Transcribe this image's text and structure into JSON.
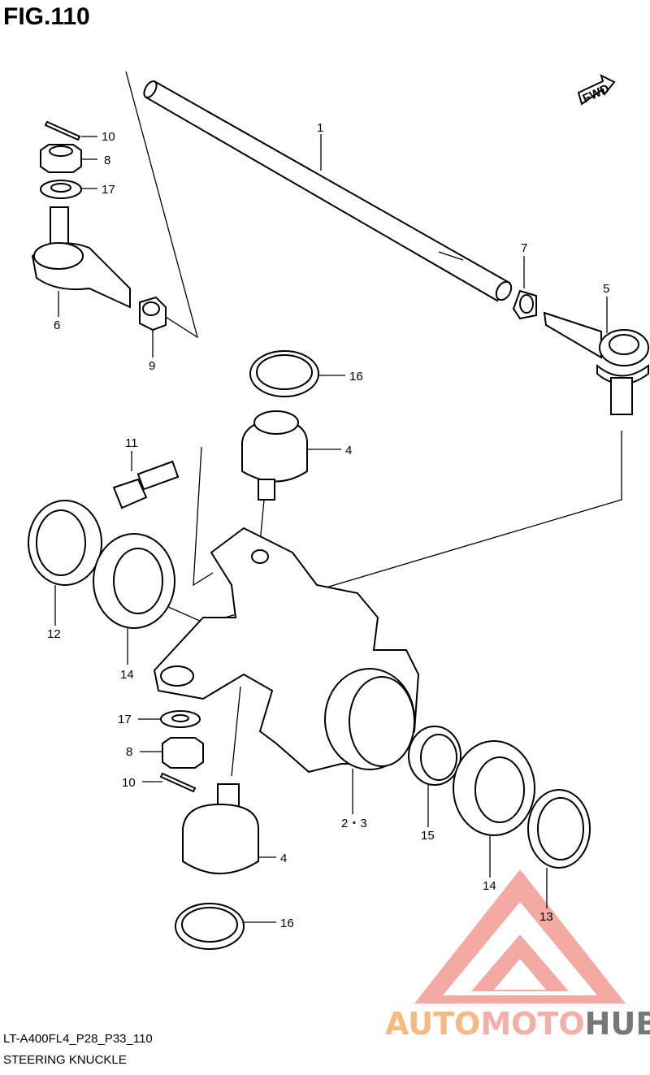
{
  "figure": {
    "title": "FIG.110",
    "model_code": "LT-A400FL4_P28_P33_110",
    "name": "STEERING KNUCKLE"
  },
  "fwd_label": "FWD",
  "callouts": {
    "c1": "1",
    "c2_3": "2・3",
    "c4a": "4",
    "c4b": "4",
    "c5": "5",
    "c6": "6",
    "c7": "7",
    "c8a": "8",
    "c8b": "8",
    "c9": "9",
    "c10a": "10",
    "c10b": "10",
    "c11": "11",
    "c12": "12",
    "c13": "13",
    "c14a": "14",
    "c14b": "14",
    "c15": "15",
    "c16a": "16",
    "c16b": "16",
    "c17a": "17",
    "c17b": "17"
  },
  "watermark": {
    "part1": "AUTO",
    "part2": "MOTO",
    "part3": "HUB",
    "colors": {
      "auto": "#f6b980",
      "moto": "#f4b0a8",
      "hub": "#777777",
      "logo": "#f08a80"
    }
  }
}
